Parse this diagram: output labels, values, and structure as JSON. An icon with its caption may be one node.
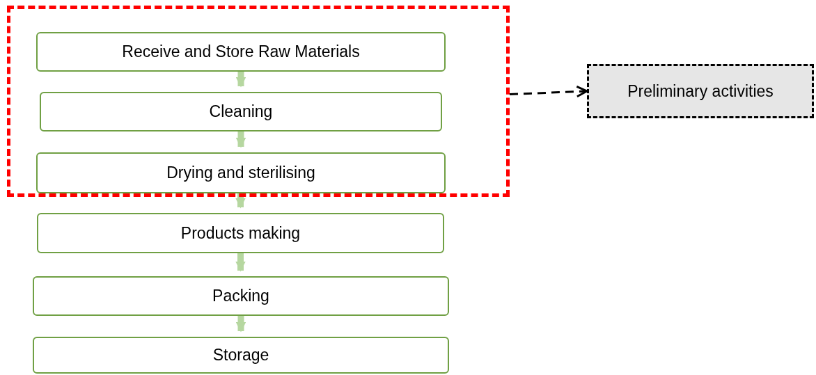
{
  "diagram": {
    "nodes": [
      {
        "text": [],
        "shape": "box"
      },
      {
        "text": [
          "Receive and Store Raw Materials"
        ],
        "in": 0
      },
      {
        "text": [
          "Cleaning"
        ],
        "in": 0
      },
      {
        "text": [
          "Drying and sterilising"
        ],
        "in": 0
      },
      {
        "text": [
          "Products making"
        ]
      },
      {
        "text": [
          "Packing"
        ]
      },
      {
        "text": [
          "Storage"
        ]
      },
      {
        "text": [
          "Preliminary activities"
        ]
      }
    ],
    "edges": [
      {
        "from": 1,
        "to": 2,
        "arrow": "to"
      },
      {
        "from": 2,
        "to": 3,
        "arrow": "to"
      },
      {
        "from": 3,
        "to": 4,
        "arrow": "to"
      },
      {
        "from": 4,
        "to": 5,
        "arrow": "to"
      },
      {
        "from": 5,
        "to": 6,
        "arrow": "to"
      },
      {
        "from": 0,
        "to": 7,
        "arrow": "to",
        "style": "dashed",
        "color": "#000000"
      }
    ]
  }
}
